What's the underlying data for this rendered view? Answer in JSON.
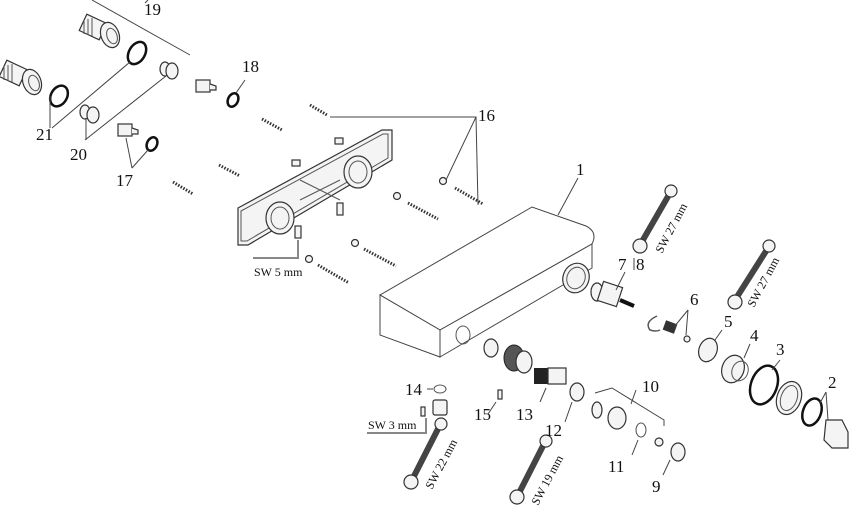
{
  "diagram": {
    "title": "Thermostat exploded parts view",
    "callouts": {
      "p1": "1",
      "p2": "2",
      "p3": "3",
      "p4": "4",
      "p5": "5",
      "p6": "6",
      "p7_8": "7",
      "p8": "8",
      "p9": "9",
      "p10": "10",
      "p11": "11",
      "p12": "12",
      "p13": "13",
      "p14": "14",
      "p15": "15",
      "p16": "16",
      "p17": "17",
      "p18": "18",
      "p19": "19",
      "p20": "20",
      "p21": "21"
    },
    "tools": {
      "hex_key_5": "SW 5 mm",
      "hex_key_3": "SW 3 mm",
      "wrench_27_a": "SW 27 mm",
      "wrench_27_b": "SW 27 mm",
      "wrench_22": "SW 22 mm",
      "wrench_19": "SW 19 mm"
    }
  }
}
